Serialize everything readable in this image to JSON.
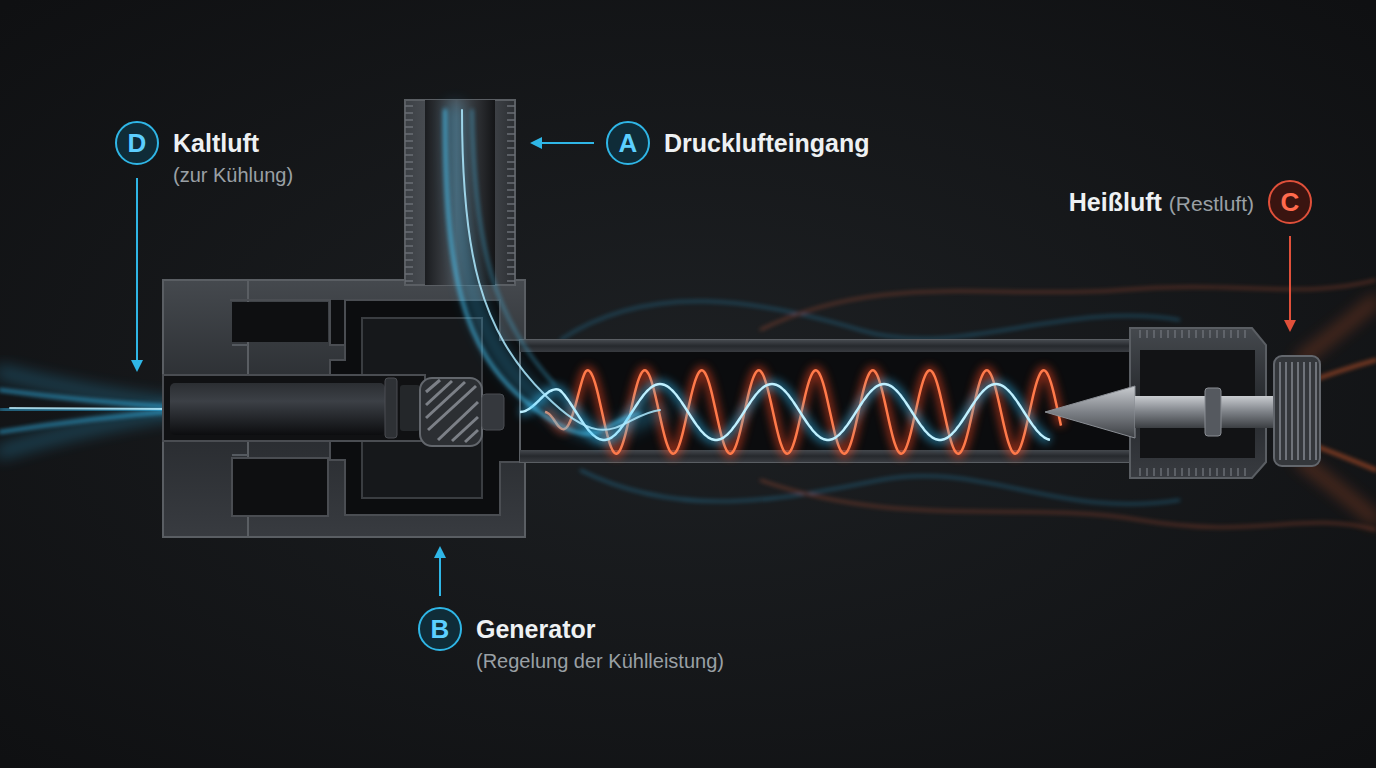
{
  "diagram": {
    "nodes": [
      {
        "text": [
          "D",
          "Kaltluft",
          "(zur Kühlung)"
        ]
      },
      {
        "text": [
          "A",
          "Drucklufteingang"
        ]
      },
      {
        "text": [
          "C",
          "Heißluft",
          "(Restluft)"
        ]
      },
      {
        "text": [
          "B",
          "Generator",
          "(Regelung der Kühlleistung)"
        ]
      }
    ]
  }
}
